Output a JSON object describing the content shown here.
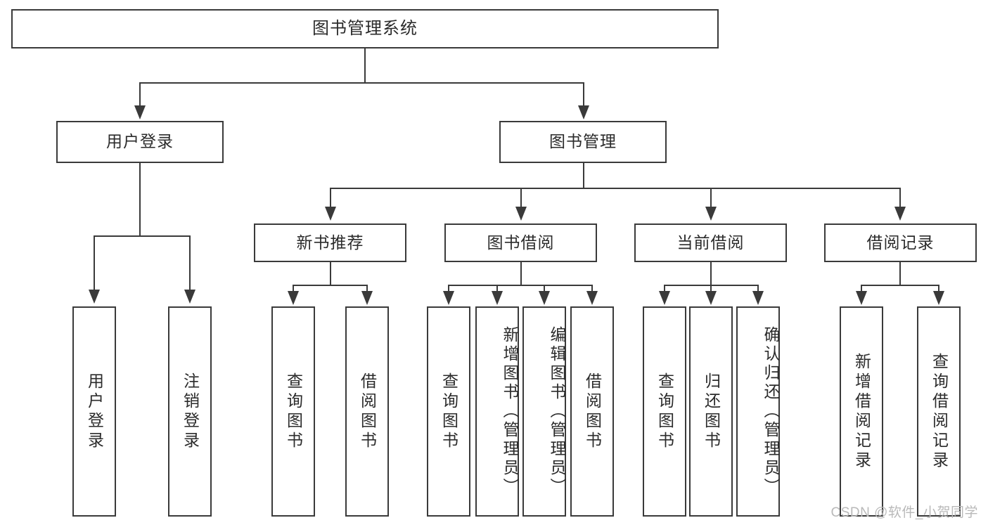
{
  "diagram": {
    "kind": "tree-structure-chart",
    "title": "图书管理系统",
    "watermark": "CSDN @软件_小贺同学",
    "colors": {
      "box_border": "#3a3a3a",
      "box_fill": "#ffffff",
      "text": "#2b2b2b",
      "connector": "#3a3a3a",
      "watermark": "#b9b9b9",
      "background": "#ffffff"
    },
    "nodes": {
      "root": {
        "label": "图书管理系统"
      },
      "level2": [
        {
          "label": "用户登录"
        },
        {
          "label": "图书管理"
        }
      ],
      "level3": [
        {
          "label": "新书推荐"
        },
        {
          "label": "图书借阅"
        },
        {
          "label": "当前借阅"
        },
        {
          "label": "借阅记录"
        }
      ],
      "user_login_children": [
        {
          "label": "用户登录"
        },
        {
          "label": "注销登录"
        }
      ],
      "new_book_children": [
        {
          "label": "查询图书"
        },
        {
          "label": "借阅图书"
        }
      ],
      "borrow_children": [
        {
          "label": "查询图书"
        },
        {
          "label": "新增图书（管理员）"
        },
        {
          "label": "编辑图书（管理员）"
        },
        {
          "label": "借阅图书"
        }
      ],
      "current_borrow_children": [
        {
          "label": "查询图书"
        },
        {
          "label": "归还图书"
        },
        {
          "label": "确认归还（管理员）"
        }
      ],
      "record_children": [
        {
          "label": "新增借阅记录"
        },
        {
          "label": "查询借阅记录"
        }
      ]
    }
  }
}
